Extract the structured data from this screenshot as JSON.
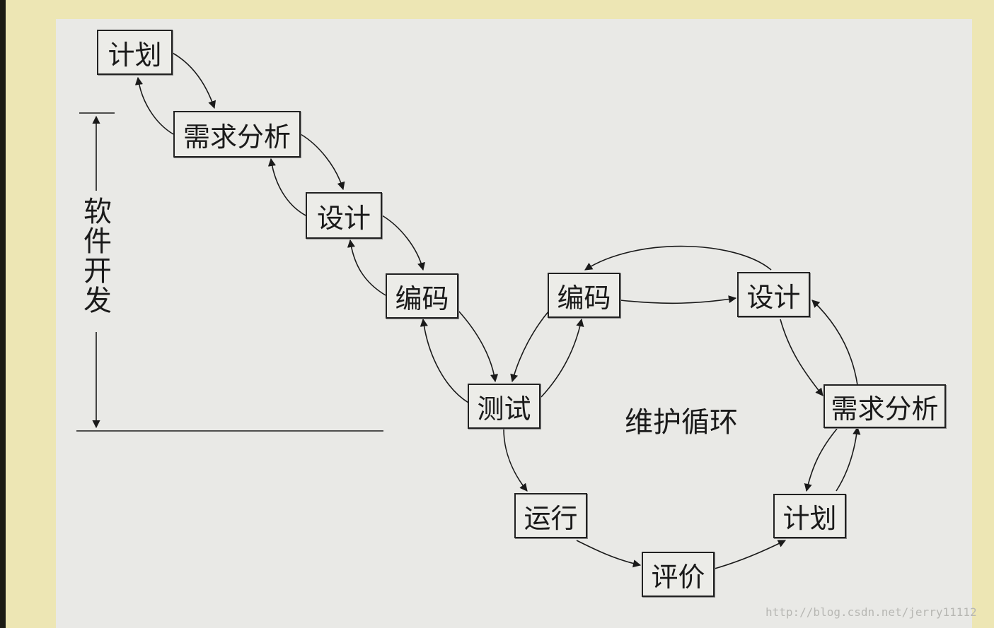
{
  "diagram": {
    "development_nodes": {
      "plan": "计划",
      "requirements": "需求分析",
      "design": "设计",
      "coding": "编码",
      "testing": "测试"
    },
    "cycle_nodes": {
      "coding": "编码",
      "design": "设计",
      "requirements": "需求分析",
      "plan": "计划",
      "evaluation": "评价",
      "operation": "运行"
    },
    "span_label": "软件开发",
    "cycle_label": "维护循环"
  },
  "watermark": "http://blog.csdn.net/jerry11112",
  "colors": {
    "background": "#ede6b4",
    "panel": "#e9e9e6",
    "line": "#1a1a1a"
  }
}
